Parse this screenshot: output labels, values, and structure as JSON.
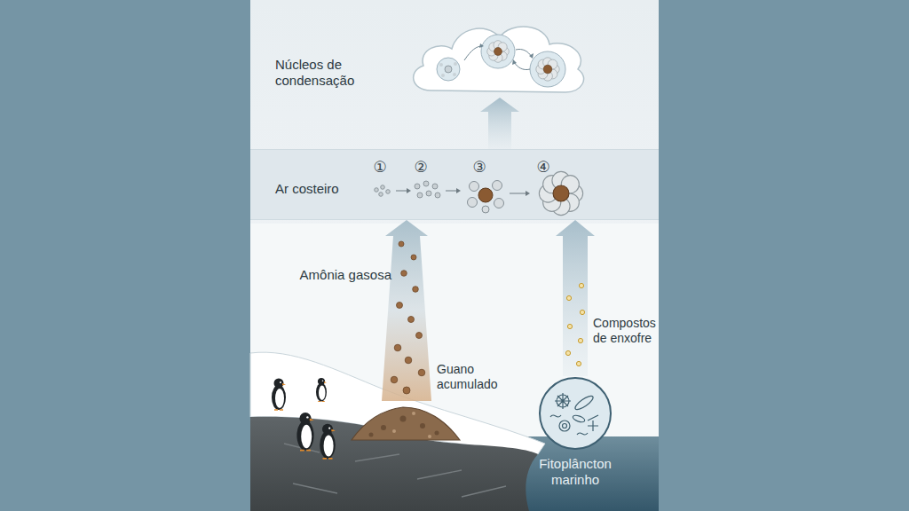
{
  "diagram": {
    "nodes": [
      {
        "text": [
          "Núcleos de condensação"
        ]
      },
      {
        "text": [
          "Ar costeiro"
        ]
      },
      {
        "text": [
          "Guano acumulado"
        ]
      },
      {
        "text": [
          "Fitoplâncton marinho"
        ]
      }
    ],
    "edges": [
      {
        "from": 2,
        "to": 1,
        "arrow": "to",
        "label": "Amônia gasosa"
      },
      {
        "from": 3,
        "to": 1,
        "arrow": "to",
        "label": "Compostos de enxofre"
      },
      {
        "from": 1,
        "to": 0,
        "arrow": "to"
      }
    ],
    "labels": [
      "①",
      "②",
      "③",
      "④"
    ]
  }
}
